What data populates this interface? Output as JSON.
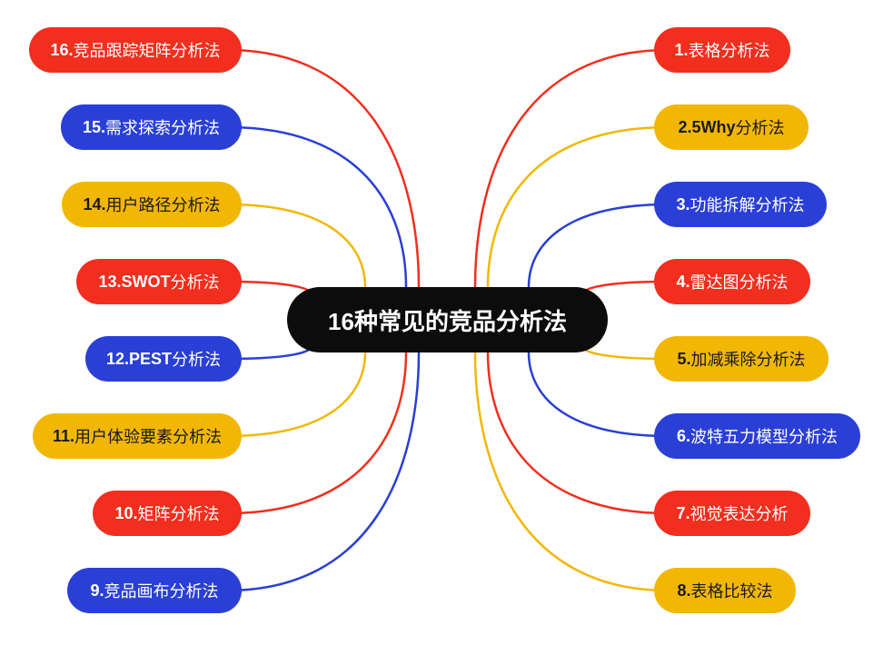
{
  "center_title": "16种常见的竞品分析法",
  "colors": {
    "red": "#f22e1e",
    "blue": "#2a3fd6",
    "yellow": "#f2b705",
    "center": "#0c0c0c"
  },
  "right_items": [
    {
      "num": "1.",
      "label": "表格分析法",
      "color": "red"
    },
    {
      "num": "2.5Why",
      "label": "分析法",
      "color": "yellow"
    },
    {
      "num": "3.",
      "label": "功能拆解分析法",
      "color": "blue"
    },
    {
      "num": "4.",
      "label": "雷达图分析法",
      "color": "red"
    },
    {
      "num": "5.",
      "label": "加减乘除分析法",
      "color": "yellow"
    },
    {
      "num": "6.",
      "label": "波特五力模型分析法",
      "color": "blue"
    },
    {
      "num": "7.",
      "label": "视觉表达分析",
      "color": "red"
    },
    {
      "num": "8.",
      "label": "表格比较法",
      "color": "yellow"
    }
  ],
  "left_items": [
    {
      "num": "16.",
      "label": "竞品跟踪矩阵分析法",
      "color": "red"
    },
    {
      "num": "15.",
      "label": "需求探索分析法",
      "color": "blue"
    },
    {
      "num": "14.",
      "label": "用户路径分析法",
      "color": "yellow"
    },
    {
      "num": "13.SWOT",
      "label": "分析法",
      "color": "red"
    },
    {
      "num": "12.PEST",
      "label": "分析法",
      "color": "blue"
    },
    {
      "num": "11.",
      "label": "用户体验要素分析法",
      "color": "yellow"
    },
    {
      "num": "10.",
      "label": "矩阵分析法",
      "color": "red"
    },
    {
      "num": "9.",
      "label": "竞品画布分析法",
      "color": "blue"
    }
  ]
}
